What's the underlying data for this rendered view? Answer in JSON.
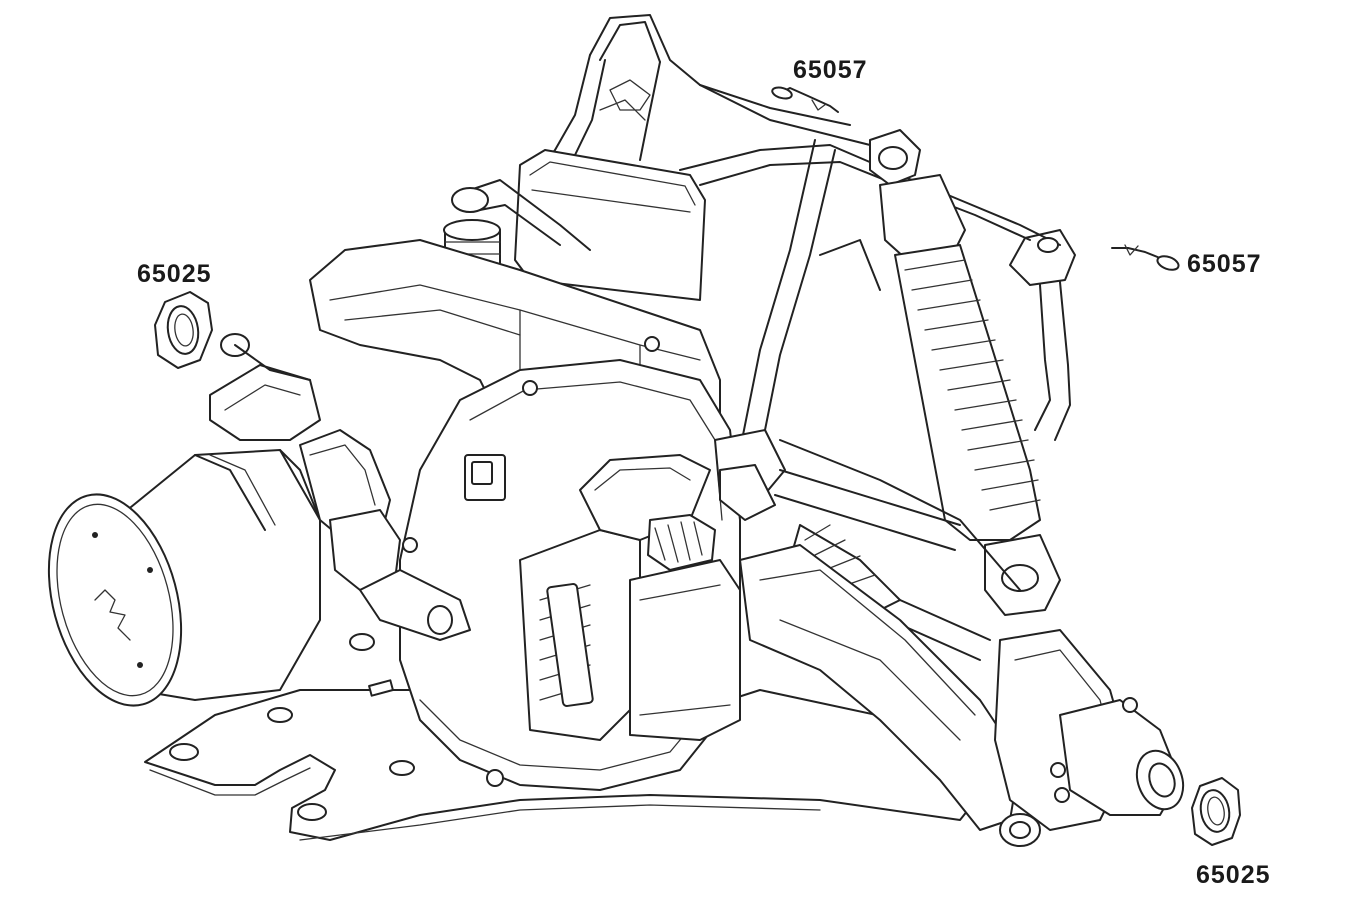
{
  "parts": {
    "label_top": "65057",
    "label_right": "65057",
    "label_left": "65025",
    "label_bottom": "65025"
  }
}
